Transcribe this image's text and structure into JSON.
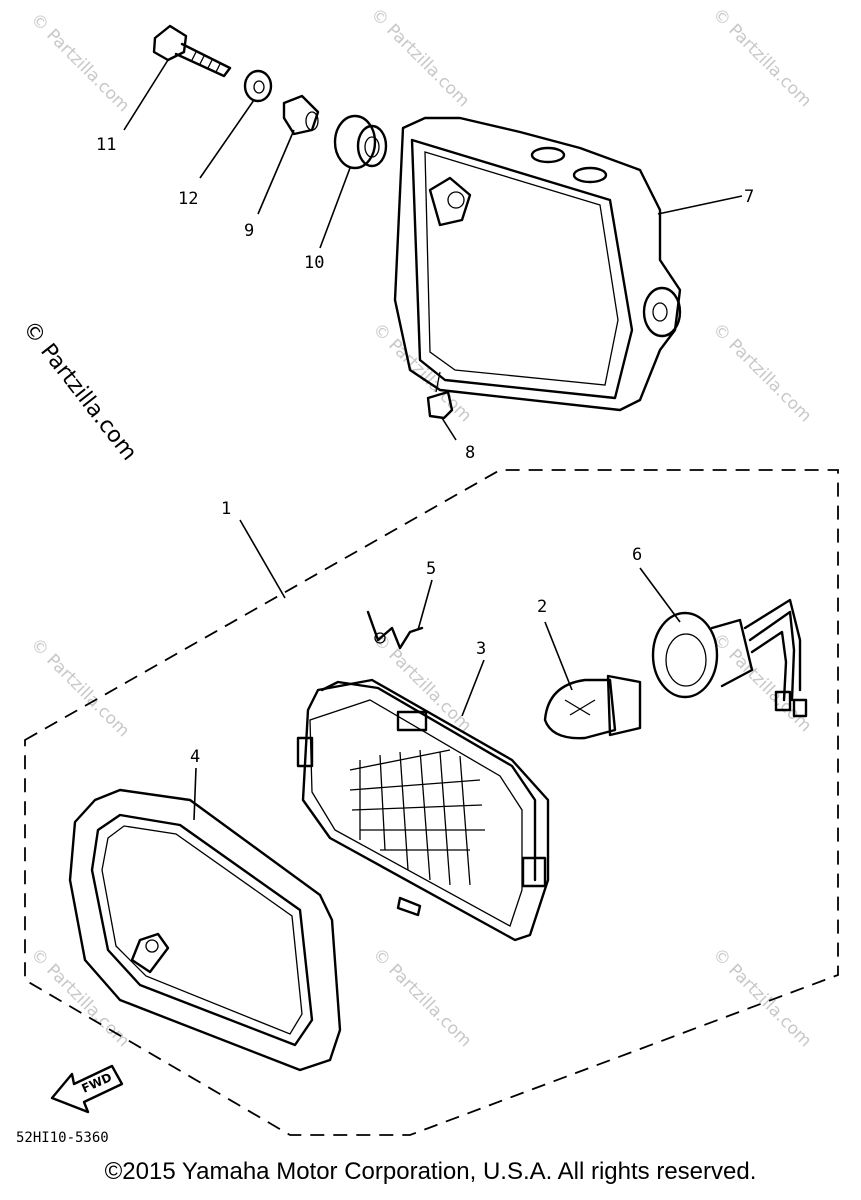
{
  "callouts": [
    "1",
    "2",
    "3",
    "4",
    "5",
    "6",
    "7",
    "8",
    "9",
    "10",
    "11",
    "12"
  ],
  "watermark": "© Partzilla.com",
  "fwd_label": "FWD",
  "diagram_code": "52HI10-5360",
  "copyright": "©2015 Yamaha Motor Corporation, U.S.A. All rights reserved."
}
